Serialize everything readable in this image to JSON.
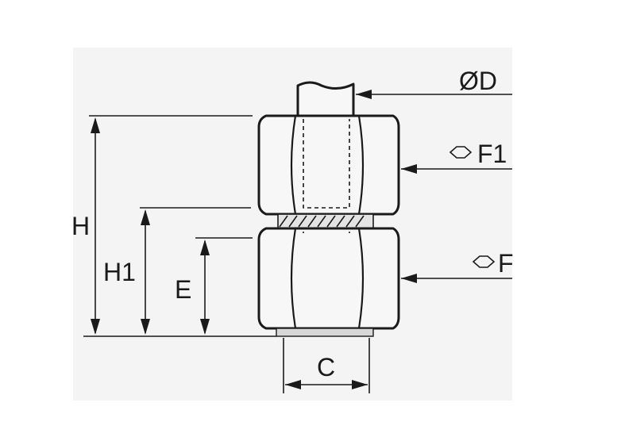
{
  "diagram": {
    "labels": {
      "d": "ØD",
      "f1": "F1",
      "f": "F",
      "h": "H",
      "h1": "H1",
      "e": "E",
      "c": "C"
    },
    "icons": {
      "hex": "hexagon-icon"
    },
    "colors": {
      "background": "#ffffff",
      "panel": "#f4f4f4",
      "line": "#1a1a1a"
    }
  }
}
